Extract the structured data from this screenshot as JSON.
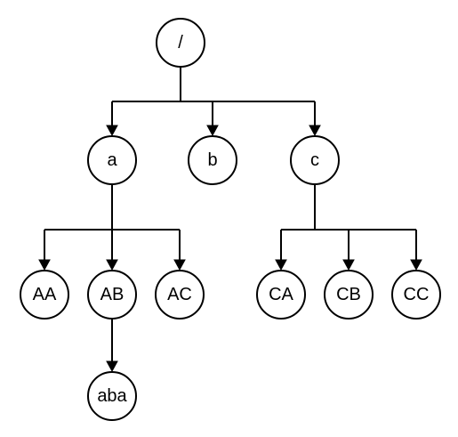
{
  "diagram": {
    "type": "tree",
    "nodes": {
      "root": "/",
      "a": "a",
      "b": "b",
      "c": "c",
      "AA": "AA",
      "AB": "AB",
      "AC": "AC",
      "CA": "CA",
      "CB": "CB",
      "CC": "CC",
      "aba": "aba"
    },
    "edges": [
      [
        "root",
        "a"
      ],
      [
        "root",
        "b"
      ],
      [
        "root",
        "c"
      ],
      [
        "a",
        "AA"
      ],
      [
        "a",
        "AB"
      ],
      [
        "a",
        "AC"
      ],
      [
        "c",
        "CA"
      ],
      [
        "c",
        "CB"
      ],
      [
        "c",
        "CC"
      ],
      [
        "AB",
        "aba"
      ]
    ],
    "colors": {
      "stroke": "#000000",
      "fill": "#ffffff"
    }
  }
}
